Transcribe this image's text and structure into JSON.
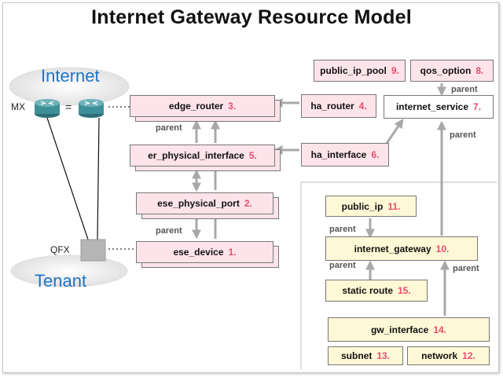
{
  "title": "Internet Gateway Resource Model",
  "network": {
    "internet_label": "Internet",
    "tenant_label": "Tenant",
    "mx_label": "MX",
    "qfx_label": "QFX",
    "equals": "="
  },
  "nodes": {
    "edge_router": {
      "label": "edge_router",
      "num": "3."
    },
    "er_physical_interface": {
      "label": "er_physical_interface",
      "num": "5."
    },
    "ese_physical_port": {
      "label": "ese_physical_port",
      "num": "2."
    },
    "ese_device": {
      "label": "ese_device",
      "num": "1."
    },
    "ha_router": {
      "label": "ha_router",
      "num": "4."
    },
    "ha_interface": {
      "label": "ha_interface",
      "num": "6."
    },
    "public_ip_pool": {
      "label": "public_ip_pool",
      "num": "9."
    },
    "qos_option": {
      "label": "qos_option",
      "num": "8."
    },
    "internet_service": {
      "label": "internet_service",
      "num": "7."
    },
    "public_ip": {
      "label": "public_ip",
      "num": "11."
    },
    "internet_gateway": {
      "label": "internet_gateway",
      "num": "10."
    },
    "static_route": {
      "label": "static route",
      "num": "15."
    },
    "gw_interface": {
      "label": "gw_interface",
      "num": "14."
    },
    "subnet": {
      "label": "subnet",
      "num": "13."
    },
    "network": {
      "label": "network",
      "num": "12."
    }
  },
  "relations": {
    "parent": "parent"
  },
  "colors": {
    "pink_box": "#fde4ea",
    "yellow_box": "#fff8d6",
    "number": "#ee4b6e",
    "cloud_text": "#1f74c4",
    "router": "#3f8f98",
    "arrow": "#a8a8a8"
  }
}
